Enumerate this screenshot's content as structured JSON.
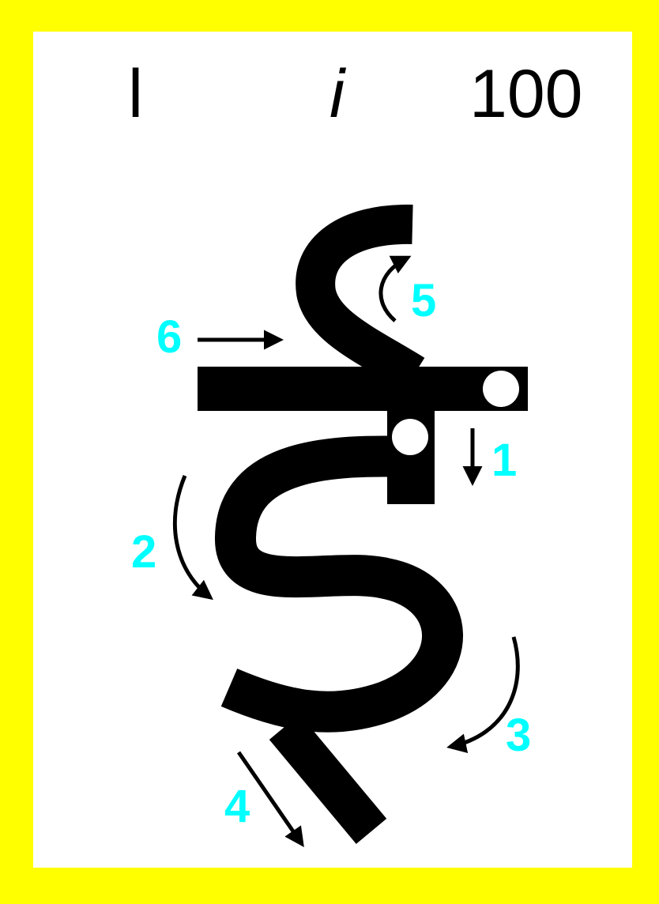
{
  "caption": "",
  "header": {
    "left": "l",
    "middle": "i",
    "right": "100"
  },
  "strokes": [
    {
      "label": "1"
    },
    {
      "label": "2"
    },
    {
      "label": "3"
    },
    {
      "label": "4"
    },
    {
      "label": "5"
    },
    {
      "label": "6"
    }
  ],
  "colors": {
    "frame": "#ffff00",
    "card": "#ffffff",
    "glyph": "#000000",
    "numbers": "#00ffff",
    "arrows": "#000000"
  }
}
